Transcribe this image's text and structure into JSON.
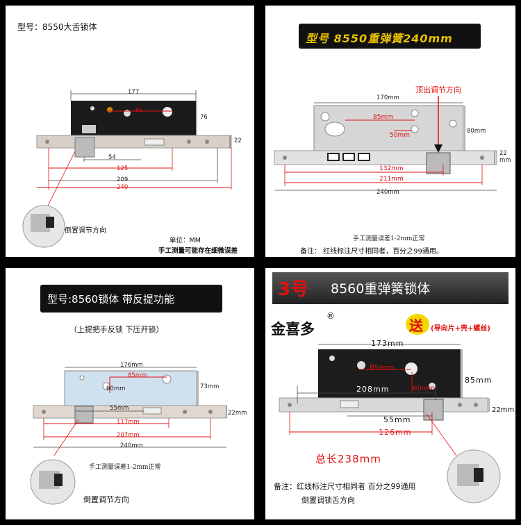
{
  "panel1": {
    "model": "型号：8550大舌锁体",
    "dims": {
      "d177": "177",
      "d76": "76",
      "d85": "85",
      "d22": "22",
      "d54": "54",
      "d125": "125",
      "d209": "209",
      "d240": "240"
    },
    "hint": "倒置调节方向",
    "unit": "单位：MM",
    "note": "手工测量可能存在细微误差"
  },
  "panel2": {
    "title": "型号 8550重弹簧240mm",
    "arrow_label": "顶出调节方向",
    "dims": {
      "d170": "170mm",
      "d85": "85mm",
      "d50": "50mm",
      "d80": "80mm",
      "d22": "22 mm",
      "d132": "132mm",
      "d211": "211mm",
      "d240": "240mm"
    },
    "measure_note": "手工测量误差1-2mm正常",
    "note": "备注：  红线标注尺寸相同者，百分之99通用。"
  },
  "panel3": {
    "title": "型号:8560锁体 带反提功能",
    "subtitle": "（上提把手反锁 下压开锁）",
    "dims": {
      "d176": "176mm",
      "d85": "85mm",
      "d60": "60mm",
      "d73": "73mm",
      "d55": "55mm",
      "d22": "22mm",
      "d117": "117mm",
      "d207": "207mm",
      "d240": "240mm"
    },
    "measure_note": "手工测量误差1-2mm正常",
    "hint": "倒置调节方向"
  },
  "panel4": {
    "num": "3号",
    "title": "8560重弹簧锁体",
    "brand": "金喜多",
    "reg": "®",
    "gift": "送",
    "gift_detail": "(导向片+壳+螺丝)",
    "dims": {
      "d173": "173mm",
      "d85": "85mm",
      "d85b": "85mm",
      "d208": "208mm",
      "d60": "60mm",
      "d55": "55mm",
      "d126": "126mm",
      "d22": "22mm"
    },
    "total": "总长238mm",
    "note": "备注：红线标注尺寸相同者 百分之99通用",
    "hint": "倒置调锁舌方向"
  }
}
